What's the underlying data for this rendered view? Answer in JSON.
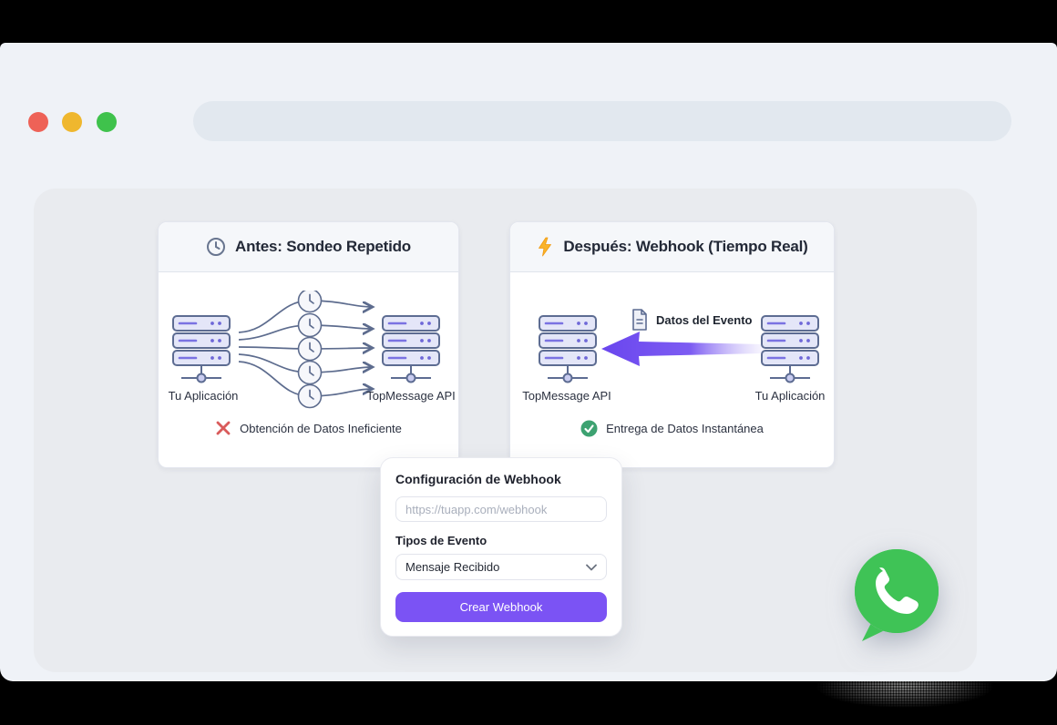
{
  "window": {
    "traffic_lights": {
      "close": "close",
      "minimize": "minimize",
      "zoom": "zoom"
    },
    "address_bar_value": ""
  },
  "cards": {
    "before": {
      "title": "Antes: Sondeo Repetido",
      "header_icon": "clock-icon",
      "source_label": "Tu Aplicación",
      "target_label": "TopMessage API",
      "status_text": "Obtención de Datos Ineficiente",
      "status_type": "error"
    },
    "after": {
      "title": "Después: Webhook (Tiempo Real)",
      "header_icon": "lightning-icon",
      "source_label": "TopMessage API",
      "target_label": "Tu Aplicación",
      "arrow_label": "Datos del Evento",
      "status_text": "Entrega de Datos Instantánea",
      "status_type": "success"
    }
  },
  "webhook_form": {
    "title": "Configuración de Webhook",
    "url_placeholder": "https://tuapp.com/webhook",
    "event_label": "Tipos de Evento",
    "event_value": "Mensaje Recibido",
    "button_label": "Crear Webhook"
  },
  "floating": {
    "whatsapp_widget": "whatsapp-icon"
  },
  "colors": {
    "accent_purple": "#7b53f4",
    "arrow_purple": "#6a46ee",
    "error_red": "#d95b5b",
    "success_green": "#3da271",
    "whatsapp_green": "#3fc356",
    "traffic_red": "#ee6257",
    "traffic_yellow": "#efb72e",
    "traffic_green": "#3fc24c",
    "slate_line": "#5d6c8e"
  }
}
